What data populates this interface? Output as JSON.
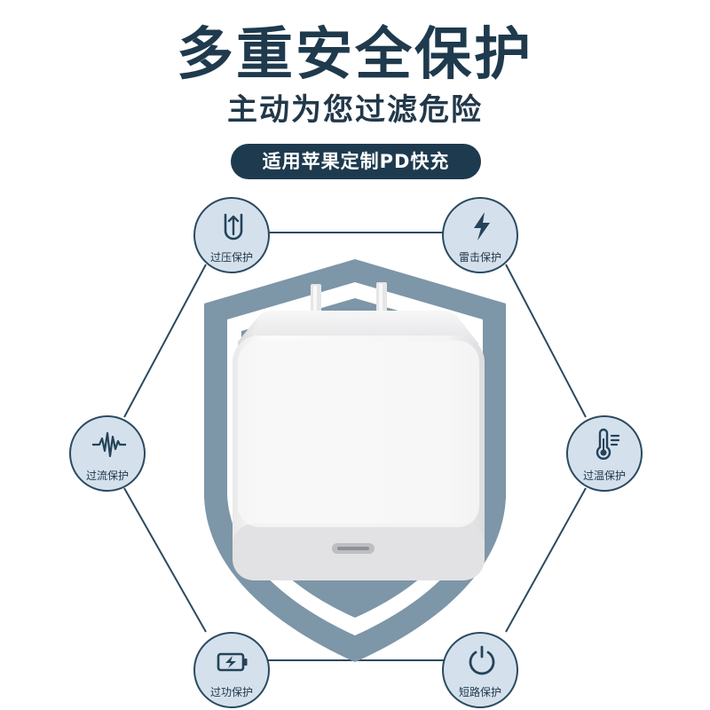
{
  "header": {
    "title": "多重安全保护",
    "subtitle": "主动为您过滤危险",
    "badge": "适用苹果定制PD快充"
  },
  "colors": {
    "dark_navy": "#1f3a4d",
    "shield": "#7d96a8",
    "node_fill": "#d4e1ec",
    "line": "#2b4a60"
  },
  "features": [
    {
      "label": "过压保护",
      "icon": "overvoltage-icon"
    },
    {
      "label": "雷击保护",
      "icon": "lightning-icon"
    },
    {
      "label": "过流保护",
      "icon": "current-wave-icon"
    },
    {
      "label": "过温保护",
      "icon": "thermometer-icon"
    },
    {
      "label": "过功保护",
      "icon": "battery-icon"
    },
    {
      "label": "短路保护",
      "icon": "power-icon"
    }
  ],
  "product": {
    "image": "usb-c-charger"
  }
}
